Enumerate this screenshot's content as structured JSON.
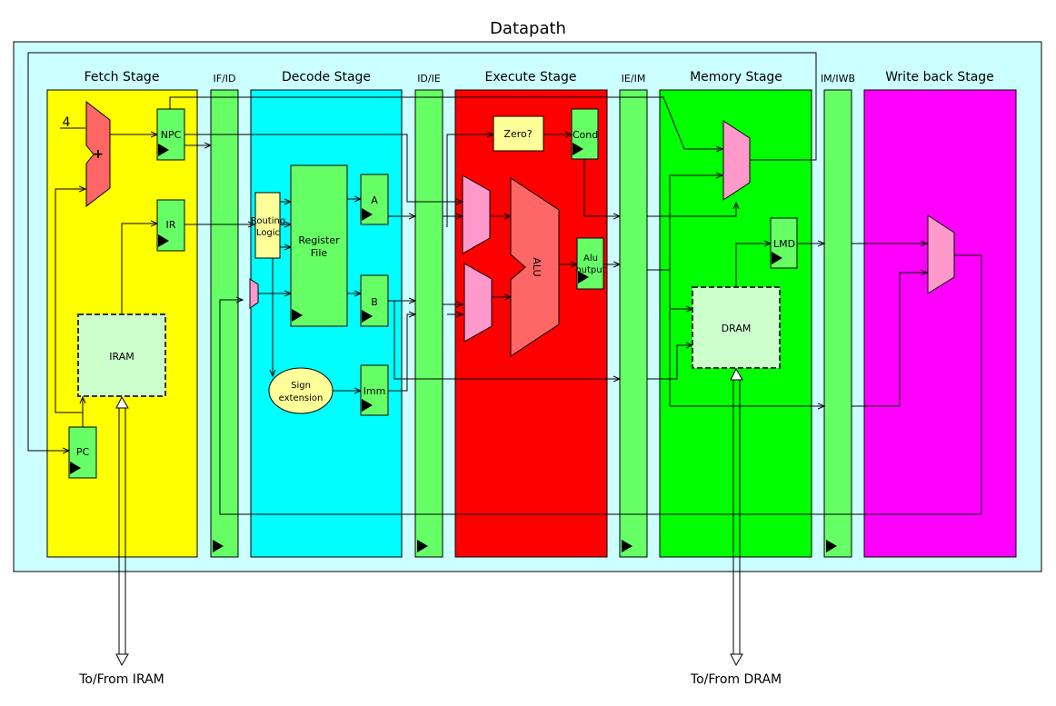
{
  "title": "Datapath",
  "stages": {
    "fetch": "Fetch Stage",
    "decode": "Decode Stage",
    "execute": "Execute Stage",
    "memory": "Memory Stage",
    "writeback": "Write back Stage"
  },
  "pipeline_registers": {
    "if_id": "IF/ID",
    "id_ie": "ID/IE",
    "ie_im": "IE/IM",
    "im_iwb": "IM/IWB"
  },
  "blocks": {
    "constant_four": "4",
    "adder_plus": "+",
    "npc": "NPC",
    "ir": "IR",
    "iram": "IRAM",
    "pc": "PC",
    "routing_logic_1": "Routing",
    "routing_logic_2": "Logic",
    "register_file_1": "Register",
    "register_file_2": "File",
    "reg_a": "A",
    "reg_b": "B",
    "imm": "Imm",
    "sign_ext_1": "Sign",
    "sign_ext_2": "extension",
    "zero_check": "Zero?",
    "cond": "Cond",
    "alu": "ALU",
    "alu_output_1": "Alu",
    "alu_output_2": "output",
    "lmd": "LMD",
    "dram": "DRAM"
  },
  "external": {
    "iram_io": "To/From IRAM",
    "dram_io": "To/From DRAM"
  },
  "colors": {
    "outer_bg": "#ccffff",
    "fetch": "#ffff00",
    "decode": "#00ffff",
    "execute": "#ff0000",
    "memory": "#00ff00",
    "writeback": "#ff00ff",
    "register": "#66ff66",
    "mux": "#ff99cc",
    "alu": "#ff6666",
    "memory_block": "#ccffcc",
    "routing": "#ffff99",
    "sign_ext": "#ffff99"
  }
}
